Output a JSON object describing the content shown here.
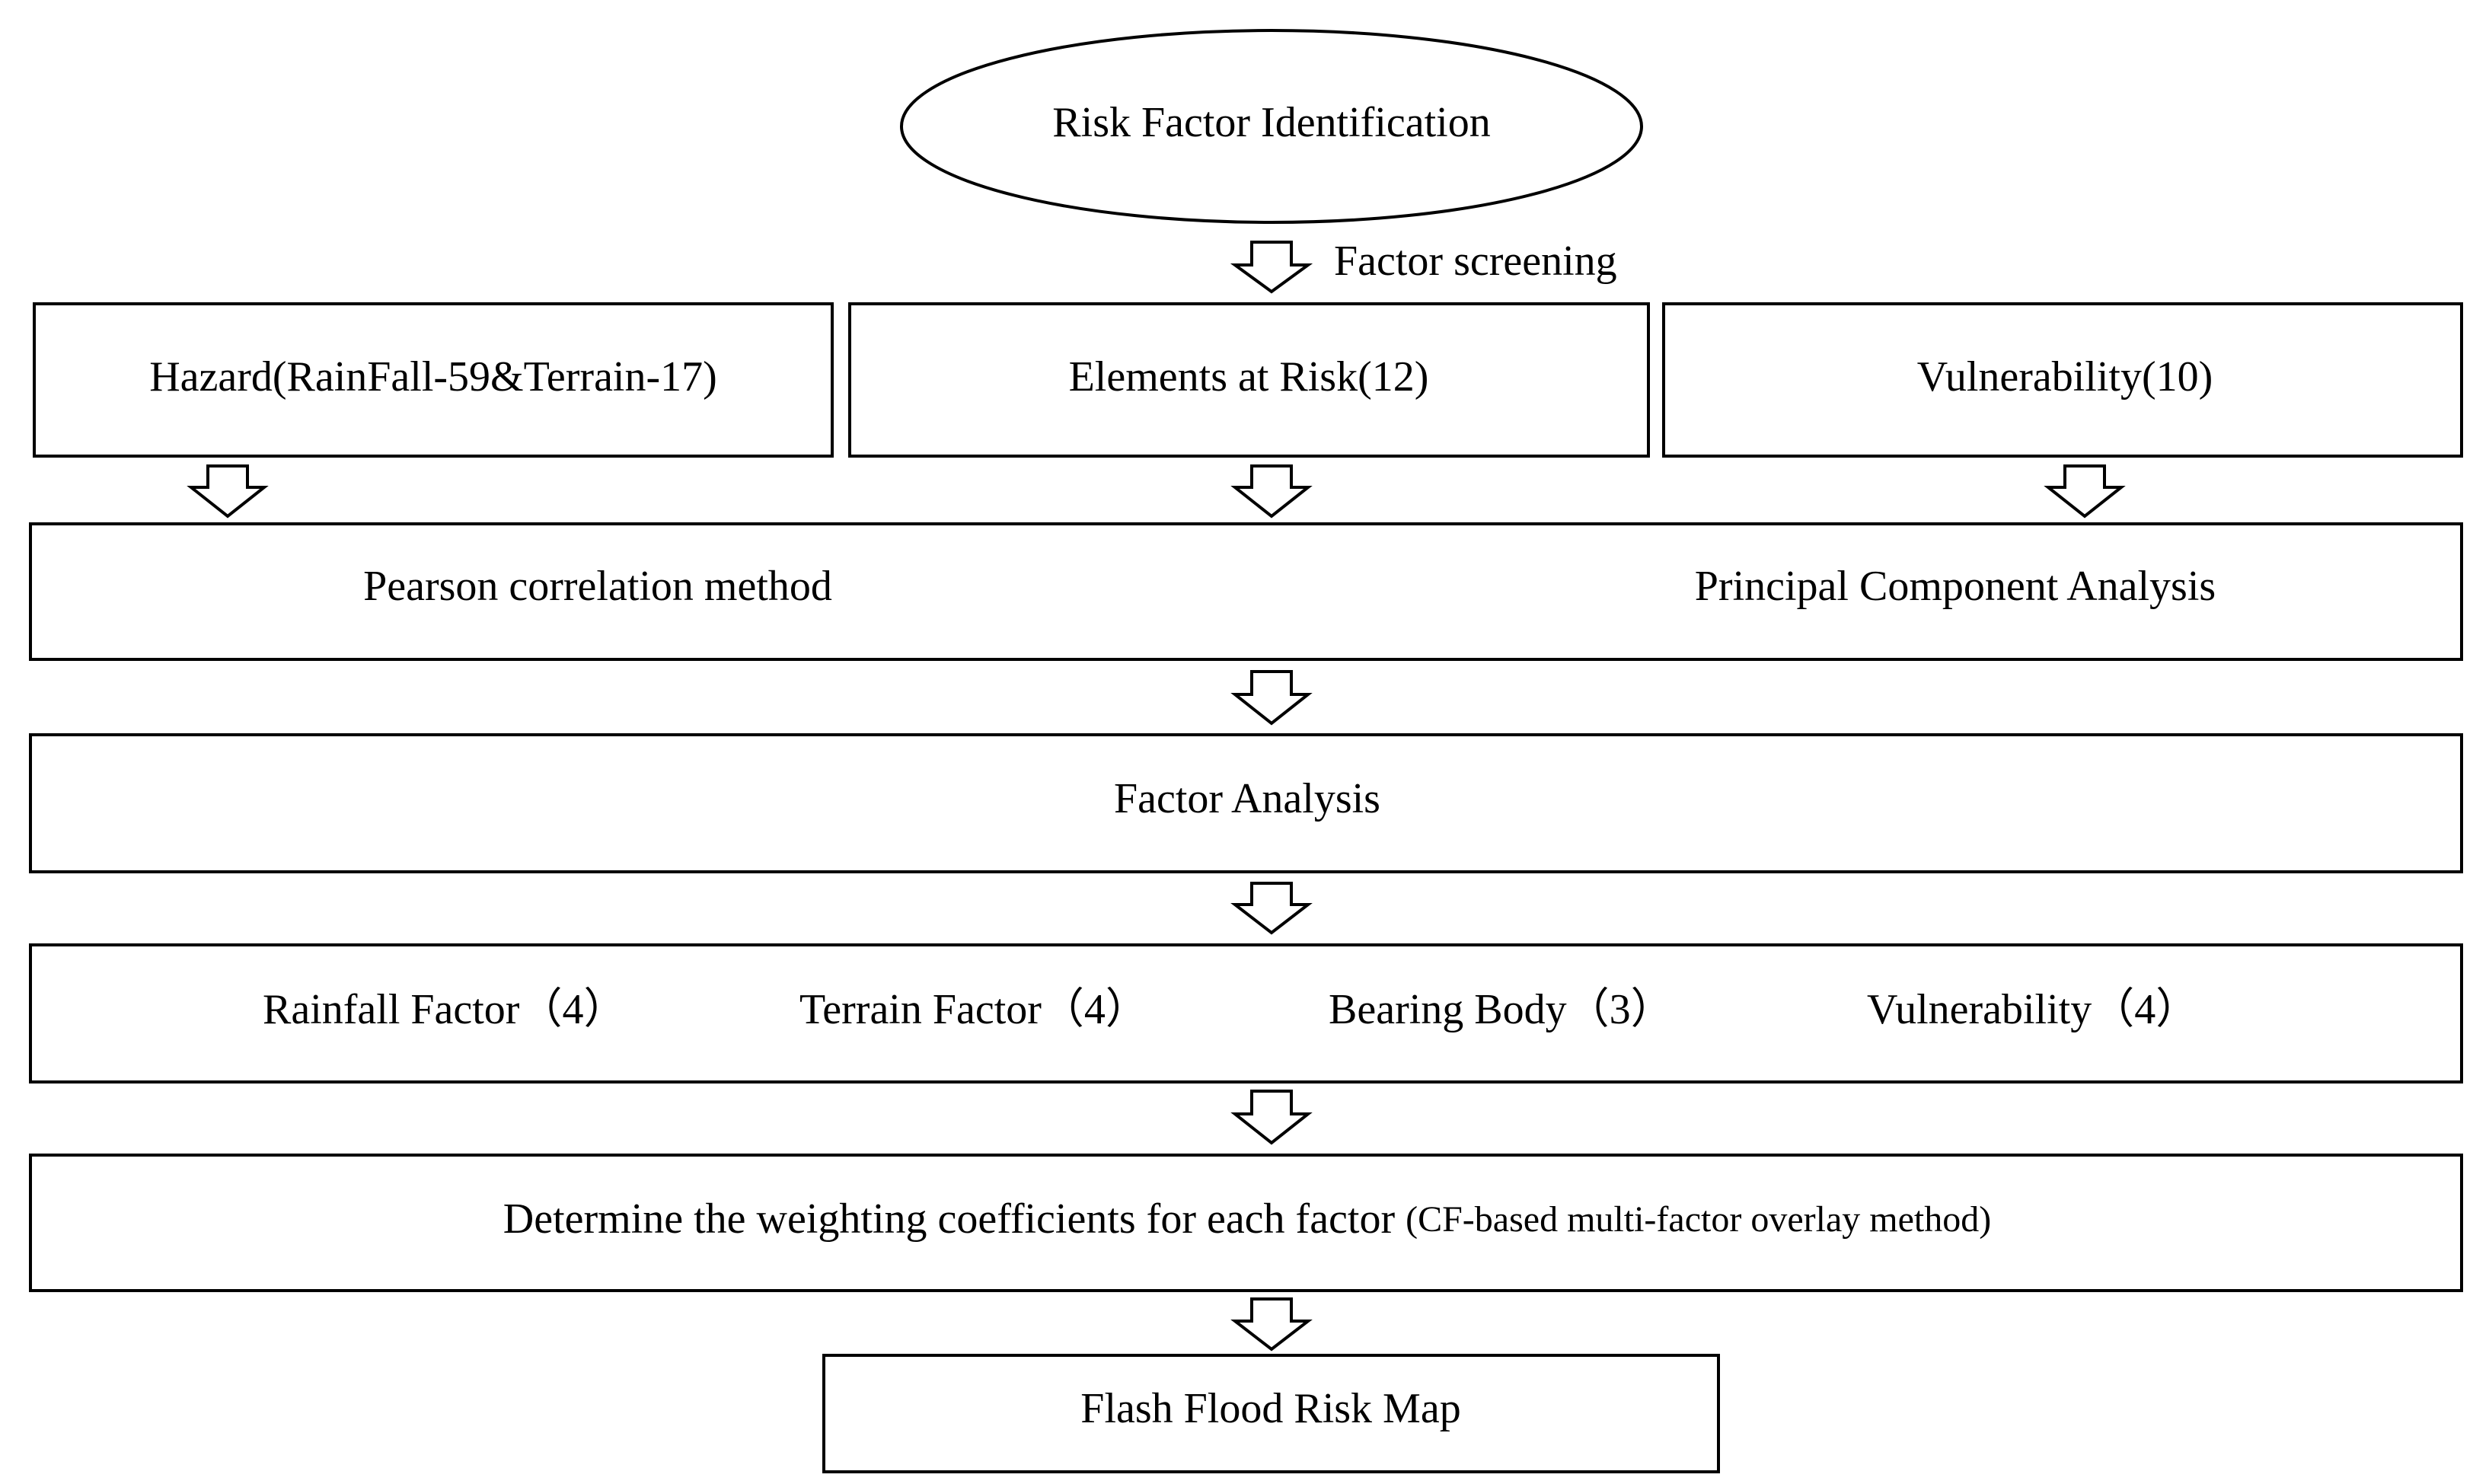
{
  "start": {
    "label": "Risk Factor Identification"
  },
  "screening": {
    "label": "Factor screening"
  },
  "categories": [
    {
      "label": "Hazard(RainFall-59&Terrain-17)"
    },
    {
      "label": "Elements at Risk(12)"
    },
    {
      "label": "Vulnerability(10)"
    }
  ],
  "methods": {
    "left": "Pearson correlation method",
    "right": "Principal Component Analysis"
  },
  "analysis": {
    "label": "Factor Analysis"
  },
  "factors": [
    {
      "label": "Rainfall Factor（4）"
    },
    {
      "label": "Terrain Factor（4）"
    },
    {
      "label": "Bearing Body（3）"
    },
    {
      "label": "Vulnerability（4）"
    }
  ],
  "weighting": {
    "main": "Determine the weighting coefficients for each factor",
    "note": "(CF-based multi-factor overlay method)"
  },
  "result": {
    "label": "Flash Flood Risk Map"
  }
}
